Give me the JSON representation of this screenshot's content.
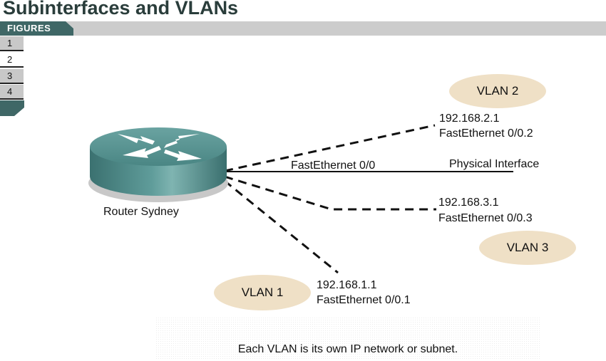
{
  "page": {
    "title": "Subinterfaces and VLANs",
    "figures_tab_label": "FIGURES"
  },
  "figure_nav": {
    "items": [
      {
        "label": "1",
        "selected": false
      },
      {
        "label": "2",
        "selected": true
      },
      {
        "label": "3",
        "selected": false
      },
      {
        "label": "4",
        "selected": false
      }
    ]
  },
  "diagram": {
    "router": {
      "name": "Router Sydney",
      "icon": "router-icon"
    },
    "physical_link": {
      "interface": "FastEthernet 0/0",
      "label": "Physical Interface"
    },
    "subinterfaces": [
      {
        "vlan": "VLAN 2",
        "ip": "192.168.2.1",
        "interface": "FastEthernet 0/0.2"
      },
      {
        "vlan": "VLAN 3",
        "ip": "192.168.3.1",
        "interface": "FastEthernet 0/0.3"
      },
      {
        "vlan": "VLAN 1",
        "ip": "192.168.1.1",
        "interface": "FastEthernet 0/0.1"
      }
    ],
    "caption": "Each VLAN is its own IP network or subnet."
  },
  "colors": {
    "title": "#2a3d3b",
    "tab": "#3f6766",
    "vlan_bubble": "#efe0c6",
    "router_body": "#4d8a88"
  }
}
